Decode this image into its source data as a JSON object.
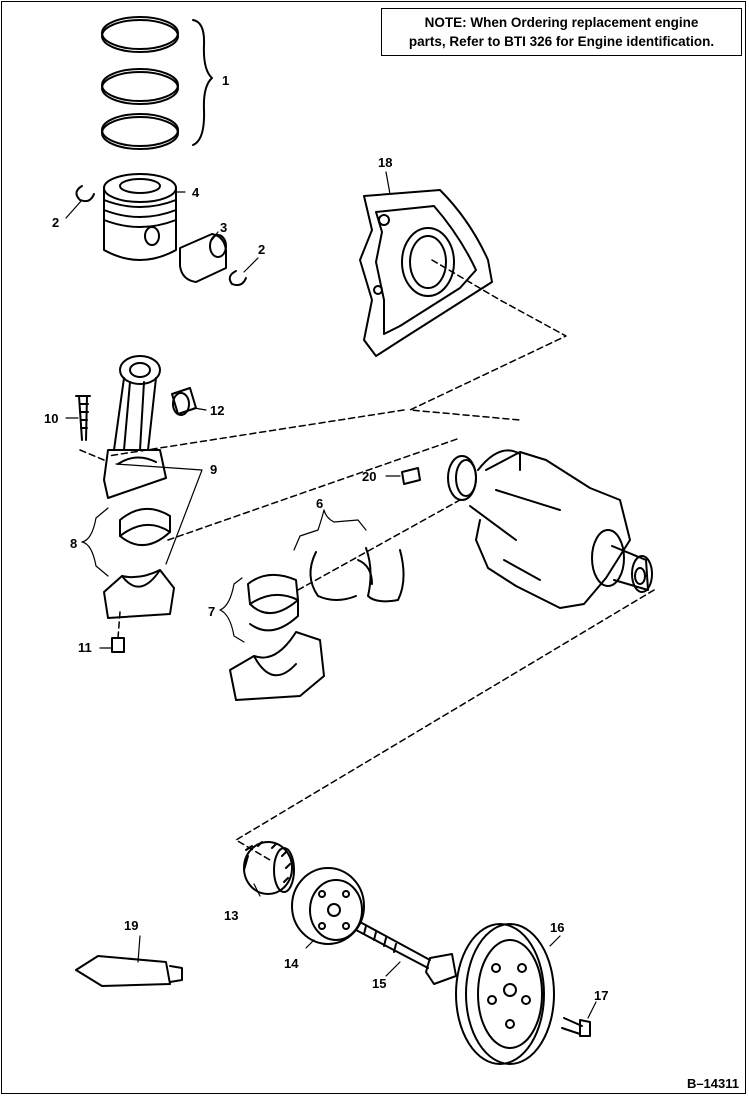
{
  "note": {
    "heading": "NOTE:",
    "text_line1": "When Ordering replacement engine",
    "text_line2": "parts, Refer to BTI 326 for Engine identification."
  },
  "figure_id": "B–14311",
  "callouts": {
    "c1": "1",
    "c2a": "2",
    "c2b": "2",
    "c3": "3",
    "c4": "4",
    "c6": "6",
    "c7": "7",
    "c8": "8",
    "c9": "9",
    "c10": "10",
    "c11": "11",
    "c12": "12",
    "c13": "13",
    "c14": "14",
    "c15": "15",
    "c16": "16",
    "c17": "17",
    "c18": "18",
    "c19": "19",
    "c20": "20"
  }
}
